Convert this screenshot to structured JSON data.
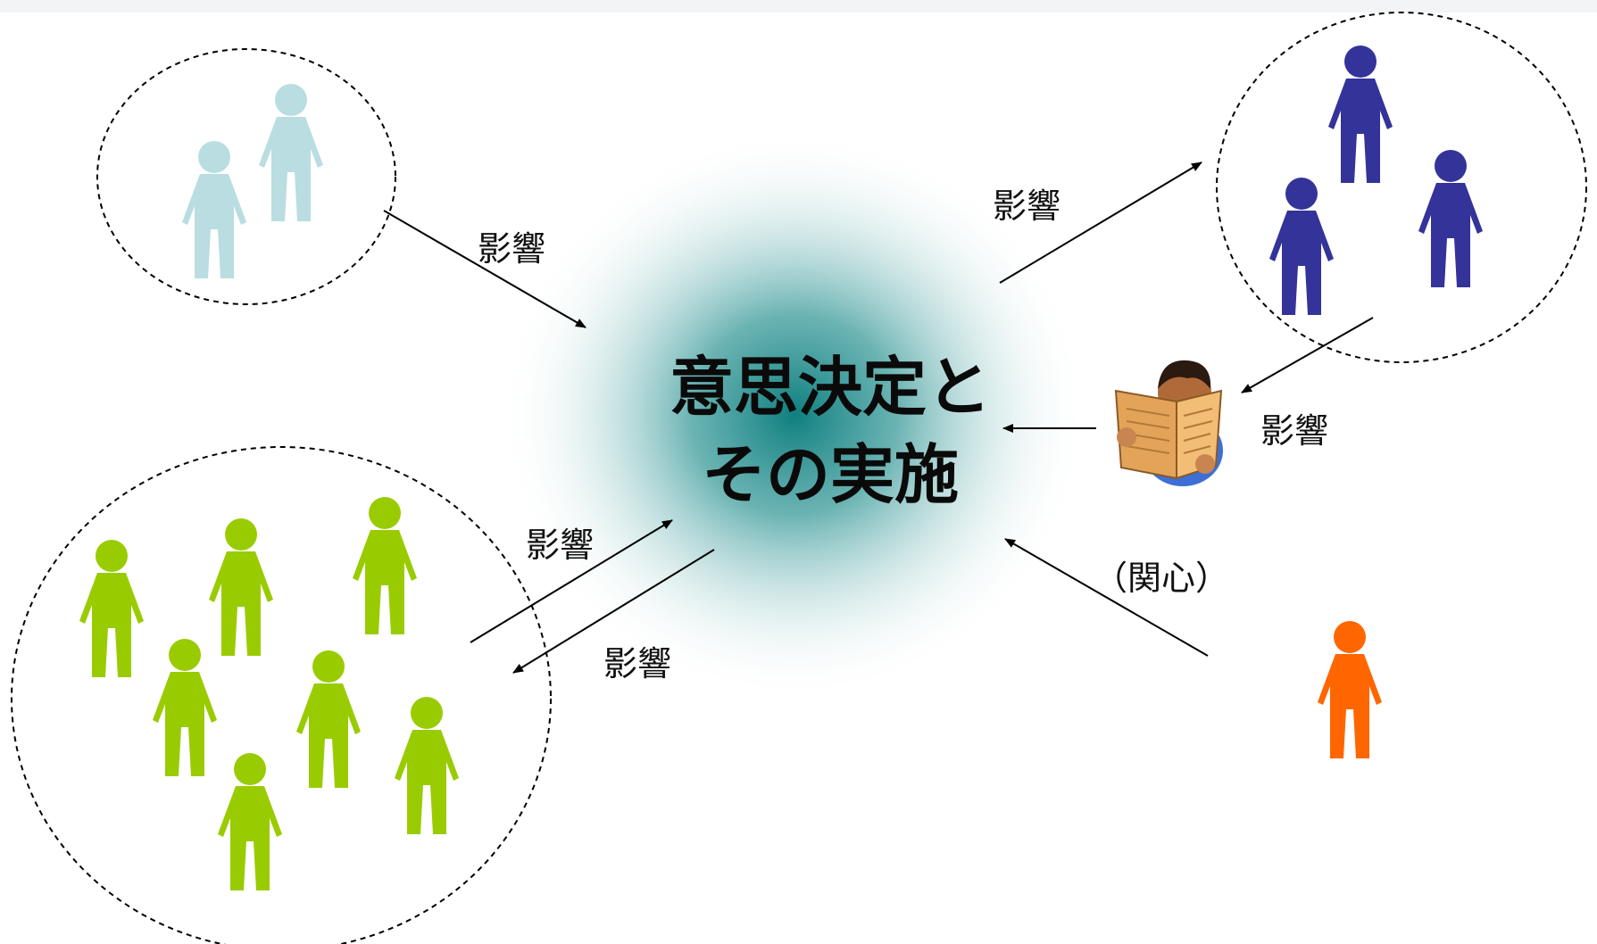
{
  "center": {
    "line1": "意思決定と",
    "line2": "その実施",
    "glow_color": "#1f8a8a"
  },
  "labels": {
    "top_left_influence": "影響",
    "top_right_influence": "影響",
    "newspaper_influence": "影響",
    "interest": "（関心）",
    "green_to_center_influence": "影響",
    "center_to_green_influence": "影響"
  },
  "groups": {
    "light_blue": {
      "color": "#b9dde0",
      "count": 2
    },
    "navy": {
      "color": "#343399",
      "count": 3
    },
    "green": {
      "color": "#99cc00",
      "count": 7
    },
    "orange": {
      "color": "#ff6600",
      "count": 1
    }
  },
  "icons": {
    "figure": "person-icon",
    "reader": "newspaper-reader-icon"
  }
}
